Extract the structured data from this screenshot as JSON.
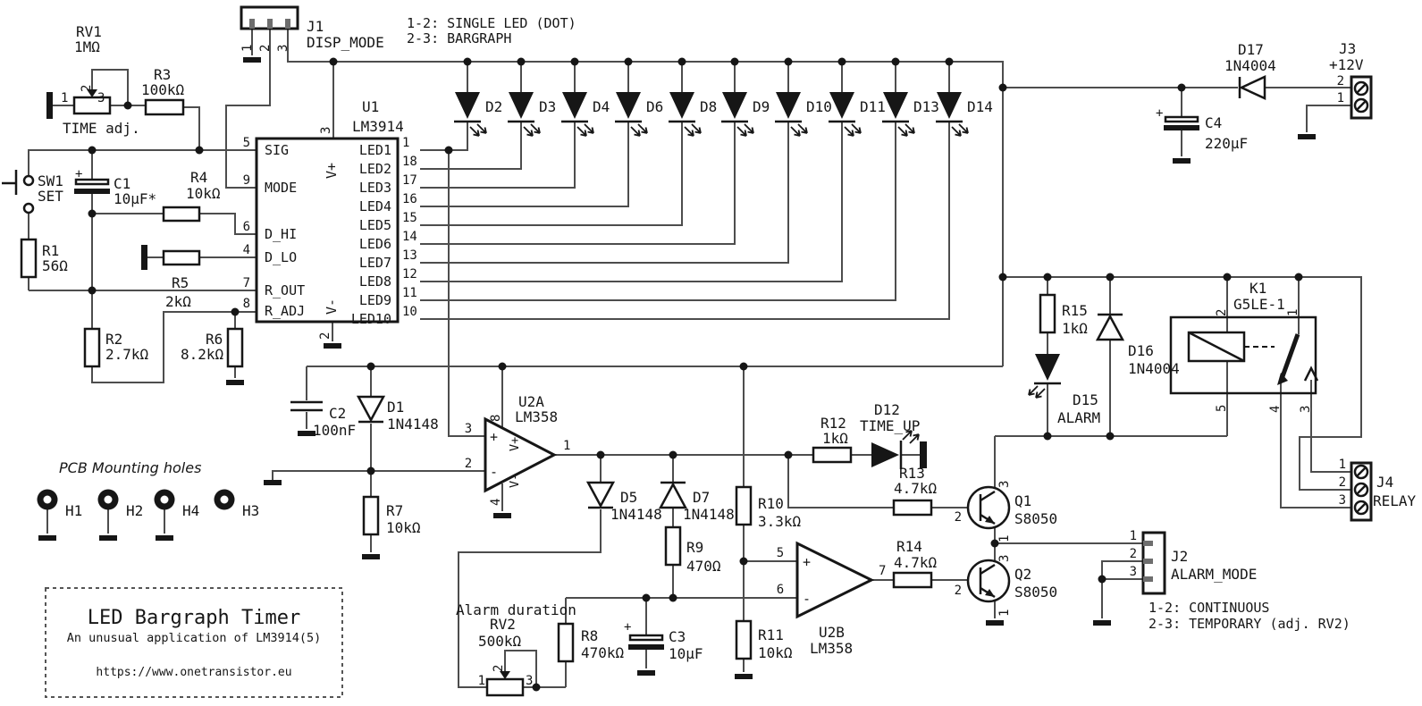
{
  "symbols": {
    "cap_plus": "+",
    "plus": "+",
    "minus": "-"
  },
  "notes": {
    "disp": {
      "l1": "1-2: SINGLE LED (DOT)",
      "l2": "2-3: BARGRAPH"
    },
    "alarm": {
      "l1": "1-2: CONTINUOUS",
      "l2": "2-3: TEMPORARY (adj. RV2)"
    }
  },
  "components": {
    "rv1": {
      "ref": "RV1",
      "value": "1MΩ",
      "caption": "TIME adj.",
      "p1": "1",
      "p2": "2",
      "p3": "3"
    },
    "rv2": {
      "ref": "RV2",
      "value": "500kΩ",
      "caption": "Alarm duration",
      "p1": "1",
      "p2": "2",
      "p3": "3"
    },
    "r1": {
      "ref": "R1",
      "value": "56Ω"
    },
    "r2": {
      "ref": "R2",
      "value": "2.7kΩ"
    },
    "r3": {
      "ref": "R3",
      "value": "100kΩ"
    },
    "r4": {
      "ref": "R4",
      "value": "10kΩ"
    },
    "r5": {
      "ref": "R5",
      "value": "2kΩ"
    },
    "r6": {
      "ref": "R6",
      "value": "8.2kΩ"
    },
    "r7": {
      "ref": "R7",
      "value": "10kΩ"
    },
    "r8": {
      "ref": "R8",
      "value": "470kΩ"
    },
    "r9": {
      "ref": "R9",
      "value": "470Ω"
    },
    "r10": {
      "ref": "R10",
      "value": "3.3kΩ"
    },
    "r11": {
      "ref": "R11",
      "value": "10kΩ"
    },
    "r12": {
      "ref": "R12",
      "value": "1kΩ"
    },
    "r13": {
      "ref": "R13",
      "value": "4.7kΩ"
    },
    "r14": {
      "ref": "R14",
      "value": "4.7kΩ"
    },
    "r15": {
      "ref": "R15",
      "value": "1kΩ"
    },
    "c1": {
      "ref": "C1",
      "value": "10µF*"
    },
    "c2": {
      "ref": "C2",
      "value": "100nF"
    },
    "c3": {
      "ref": "C3",
      "value": "10µF"
    },
    "c4": {
      "ref": "C4",
      "value": "220µF"
    },
    "d1": {
      "ref": "D1",
      "value": "1N4148"
    },
    "d5": {
      "ref": "D5",
      "value": "1N4148"
    },
    "d7": {
      "ref": "D7",
      "value": "1N4148"
    },
    "d12": {
      "ref": "D12",
      "value": "TIME_UP"
    },
    "d15": {
      "ref": "D15",
      "value": "ALARM"
    },
    "d16": {
      "ref": "D16",
      "value": "1N4004"
    },
    "d17": {
      "ref": "D17",
      "value": "1N4004"
    },
    "sw1": {
      "ref": "SW1",
      "value": "SET"
    },
    "q1": {
      "ref": "Q1",
      "value": "S8050",
      "p1": "1",
      "p2": "2",
      "p3": "3"
    },
    "q2": {
      "ref": "Q2",
      "value": "S8050",
      "p1": "1",
      "p2": "2",
      "p3": "3"
    },
    "j1": {
      "ref": "J1",
      "name": "DISP_MODE",
      "p1": "1",
      "p2": "2",
      "p3": "3"
    },
    "j2": {
      "ref": "J2",
      "name": "ALARM_MODE",
      "p1": "1",
      "p2": "2",
      "p3": "3"
    },
    "j3": {
      "ref": "J3",
      "name": "+12V",
      "p1": "1",
      "p2": "2"
    },
    "j4": {
      "ref": "J4",
      "name": "RELAY",
      "p1": "1",
      "p2": "2",
      "p3": "3"
    },
    "k1": {
      "ref": "K1",
      "value": "G5LE-1",
      "p1": "1",
      "p2": "2",
      "p3": "3",
      "p4": "4",
      "p5": "5"
    },
    "u1": {
      "ref": "U1",
      "part": "LM3914",
      "sig": {
        "num": "5",
        "name": "SIG"
      },
      "mode": {
        "num": "9",
        "name": "MODE"
      },
      "dhi": {
        "num": "6",
        "name": "D_HI"
      },
      "dlo": {
        "num": "4",
        "name": "D_LO"
      },
      "rout": {
        "num": "7",
        "name": "R_OUT"
      },
      "radj": {
        "num": "8",
        "name": "R_ADJ"
      },
      "vcc": {
        "num": "3",
        "name": "V+"
      },
      "vee": {
        "num": "2",
        "name": "V-"
      },
      "led_pins": [
        {
          "num": "1",
          "name": "LED1"
        },
        {
          "num": "18",
          "name": "LED2"
        },
        {
          "num": "17",
          "name": "LED3"
        },
        {
          "num": "16",
          "name": "LED4"
        },
        {
          "num": "15",
          "name": "LED5"
        },
        {
          "num": "14",
          "name": "LED6"
        },
        {
          "num": "13",
          "name": "LED7"
        },
        {
          "num": "12",
          "name": "LED8"
        },
        {
          "num": "11",
          "name": "LED9"
        },
        {
          "num": "10",
          "name": "LED10"
        }
      ]
    },
    "leds": [
      "D2",
      "D3",
      "D4",
      "D6",
      "D8",
      "D9",
      "D10",
      "D11",
      "D13",
      "D14"
    ],
    "u2a": {
      "ref": "U2A",
      "part": "LM358",
      "p_in_plus": "3",
      "p_in_minus": "2",
      "p_out": "1",
      "p_vcc": "8",
      "p_vee": "4",
      "vcc": "V+",
      "vee": "V-"
    },
    "u2b": {
      "ref": "U2B",
      "part": "LM358",
      "p_in_plus": "5",
      "p_in_minus": "6",
      "p_out": "7"
    }
  },
  "mounting": {
    "caption": "PCB Mounting holes",
    "h1": "H1",
    "h2": "H2",
    "h4": "H4",
    "h3": "H3"
  },
  "title_block": {
    "title": "LED Bargraph Timer",
    "subtitle": "An unusual application of LM3914(5)",
    "url": "https://www.onetransistor.eu"
  }
}
